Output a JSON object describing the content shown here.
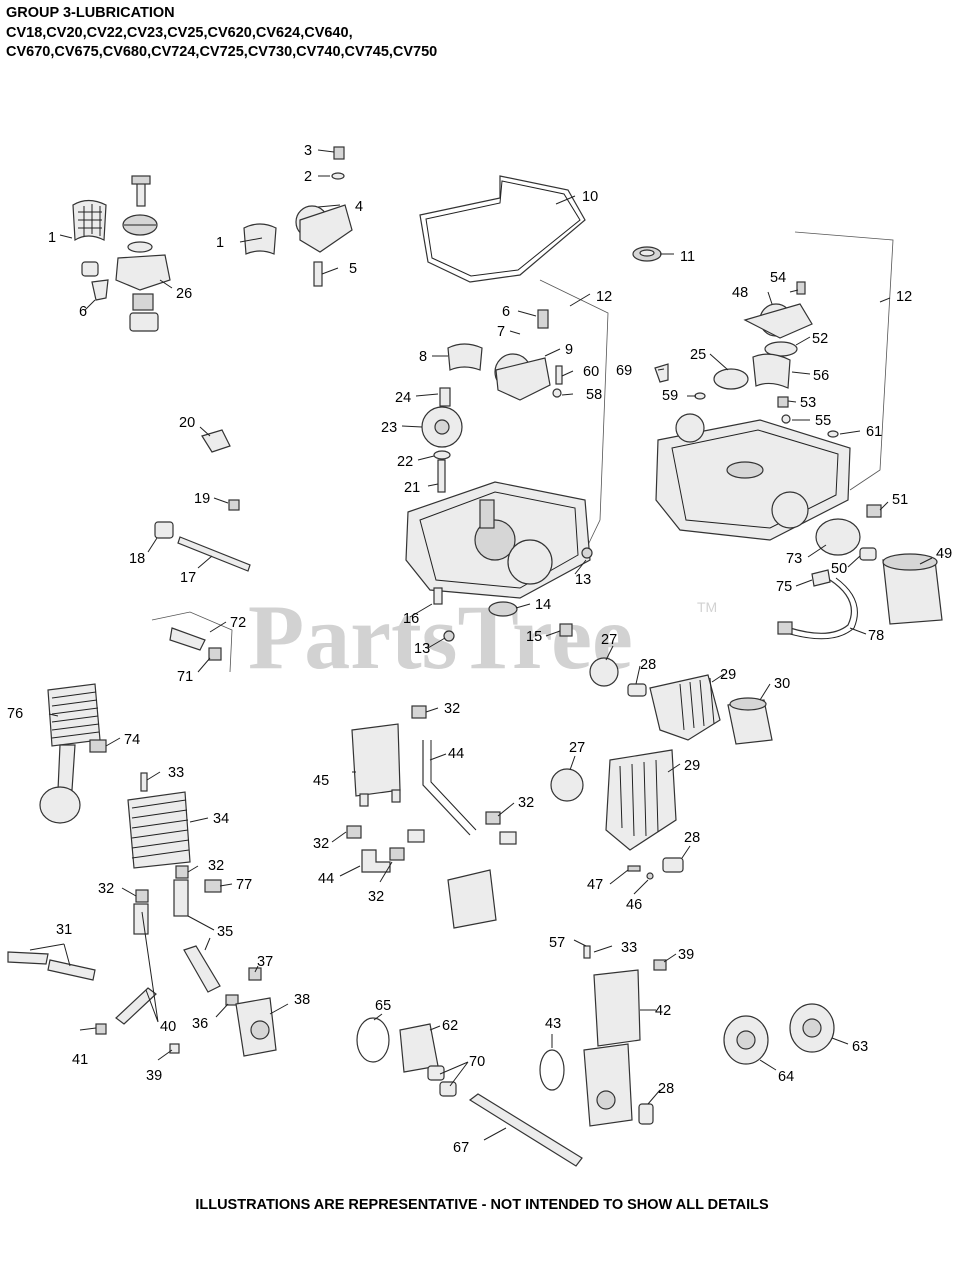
{
  "header": {
    "title": "GROUP 3-LUBRICATION",
    "models_line1": "CV18,CV20,CV22,CV23,CV25,CV620,CV624,CV640,",
    "models_line2": "CV670,CV675,CV680,CV724,CV725,CV730,CV740,CV745,CV750"
  },
  "watermark": {
    "text": "PartsTree",
    "tm": "TM"
  },
  "callouts": [
    "1",
    "1",
    "2",
    "3",
    "4",
    "5",
    "6",
    "6",
    "7",
    "8",
    "9",
    "10",
    "11",
    "12",
    "12",
    "13",
    "13",
    "14",
    "15",
    "16",
    "17",
    "18",
    "19",
    "20",
    "21",
    "22",
    "23",
    "24",
    "25",
    "26",
    "27",
    "27",
    "28",
    "28",
    "28",
    "29",
    "29",
    "30",
    "31",
    "32",
    "32",
    "32",
    "32",
    "32",
    "32",
    "33",
    "33",
    "34",
    "35",
    "36",
    "37",
    "38",
    "39",
    "39",
    "40",
    "41",
    "42",
    "43",
    "44",
    "44",
    "45",
    "46",
    "47",
    "48",
    "49",
    "50",
    "51",
    "52",
    "53",
    "54",
    "55",
    "56",
    "57",
    "58",
    "59",
    "60",
    "61",
    "62",
    "63",
    "64",
    "65",
    "67",
    "69",
    "70",
    "71",
    "72",
    "73",
    "74",
    "75",
    "76",
    "77",
    "78"
  ],
  "footer": "ILLUSTRATIONS ARE REPRESENTATIVE - NOT INTENDED TO SHOW ALL DETAILS"
}
